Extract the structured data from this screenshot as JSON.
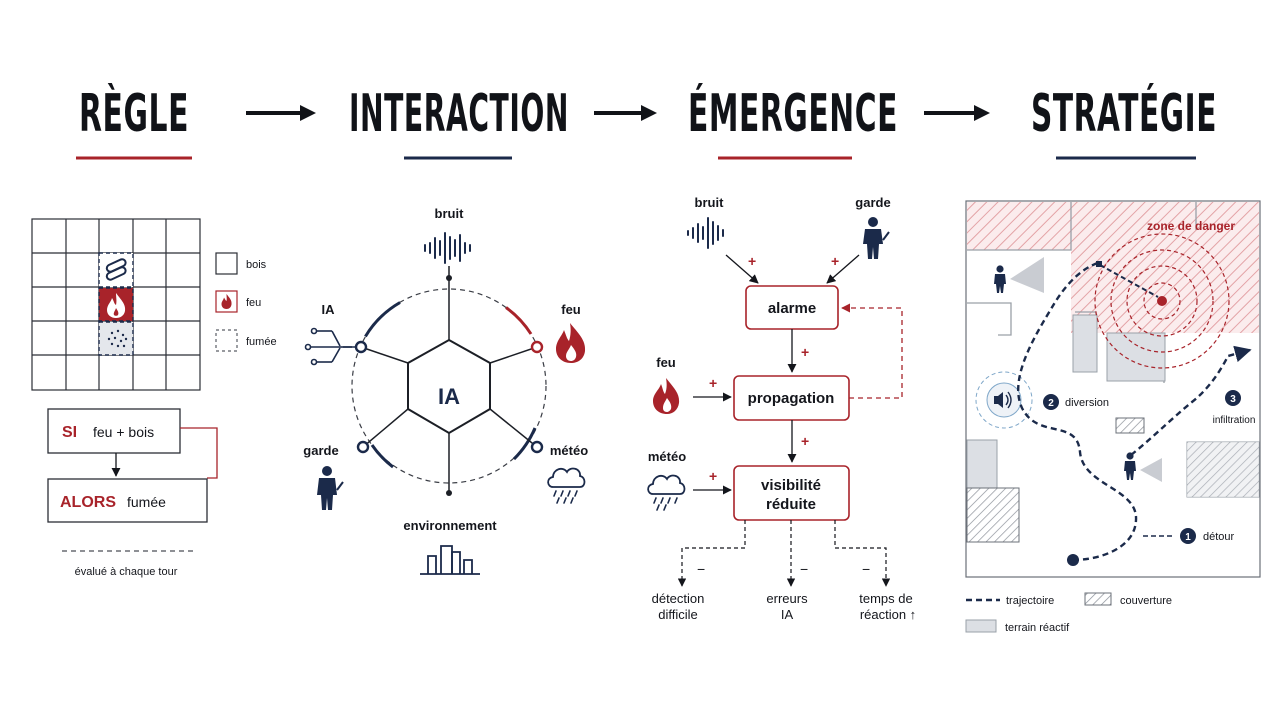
{
  "header": {
    "step1": "RÈGLE",
    "step2": "INTERACTION",
    "step3": "ÉMERGENCE",
    "step4": "STRATÉGIE",
    "arrow_icon": "right-arrow-icon"
  },
  "colors": {
    "accent_red": "#a8232a",
    "navy": "#1b2a4a",
    "hatch": "#e3a3a6"
  },
  "rule": {
    "legend": {
      "bois": "bois",
      "feu": "feu",
      "fumee": "fumée"
    },
    "si_keyword": "SI",
    "si_text": "feu + bois",
    "alors_keyword": "ALORS",
    "alors_text": "fumée",
    "footnote": "évalué à chaque tour"
  },
  "interaction": {
    "center": "IA",
    "nodes": {
      "bruit": "bruit",
      "feu": "feu",
      "meteo": "météo",
      "environnement": "environnement",
      "garde": "garde",
      "ia": "IA"
    }
  },
  "emergence": {
    "bruit": "bruit",
    "garde": "garde",
    "feu": "feu",
    "meteo": "météo",
    "alarme": "alarme",
    "propagation": "propagation",
    "visibilite_l1": "visibilité",
    "visibilite_l2": "réduite",
    "plus": "+",
    "minus": "−",
    "out1_l1": "détection",
    "out1_l2": "difficile",
    "out2_l1": "erreurs",
    "out2_l2": "IA",
    "out3_l1": "temps de",
    "out3_l2": "réaction ↑"
  },
  "strategy": {
    "zone_label": "zone de danger",
    "step1_num": "1",
    "step1_label": "détour",
    "step2_num": "2",
    "step2_label": "diversion",
    "step3_num": "3",
    "step3_label": "infiltration",
    "legend_trajectoire": "trajectoire",
    "legend_couverture": "couverture",
    "legend_terrain": "terrain réactif"
  }
}
